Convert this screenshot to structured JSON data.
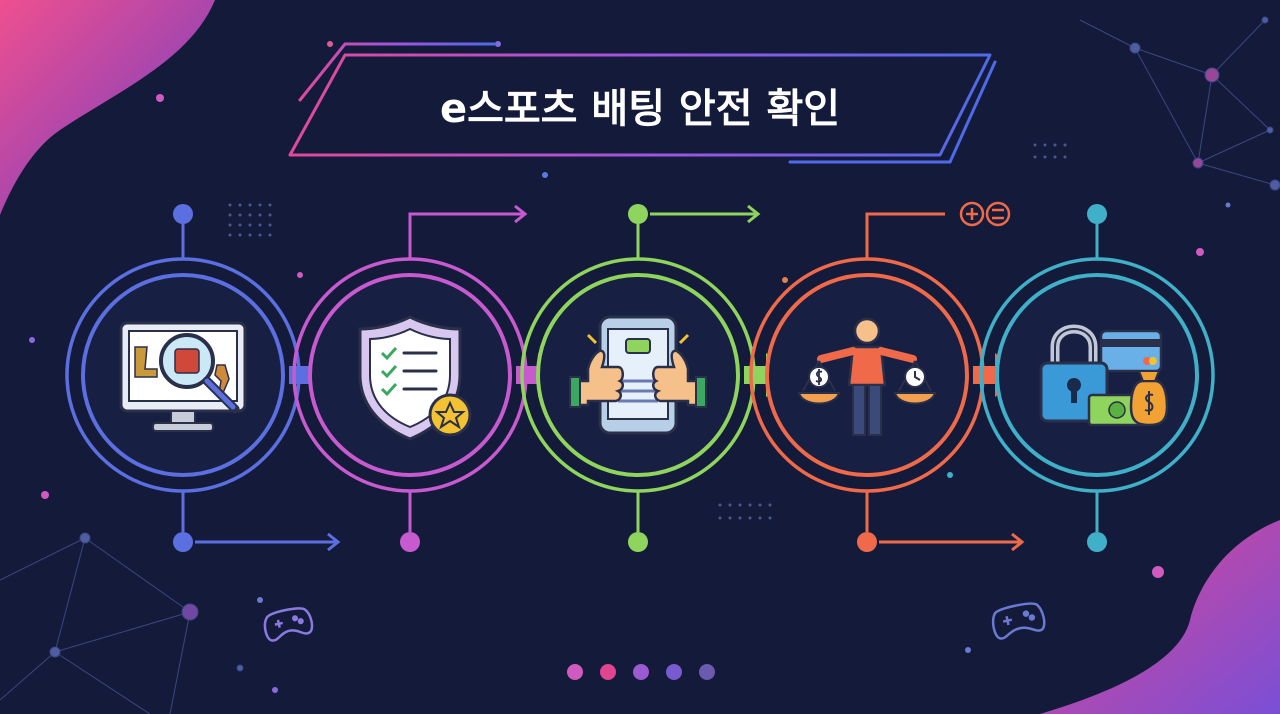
{
  "title": "e스포츠 배팅 안전 확인",
  "steps": [
    {
      "id": "platform-check",
      "icon": "monitor-magnifier-icon",
      "color": "#5b6fe0",
      "lower_arrow": true
    },
    {
      "id": "license-verification",
      "icon": "shield-checklist-icon",
      "color": "#c85ad0",
      "lower_arrow": false
    },
    {
      "id": "user-reviews",
      "icon": "phone-thumbs-up-icon",
      "color": "#8fd45c",
      "lower_arrow": false
    },
    {
      "id": "fair-odds",
      "icon": "person-scales-icon",
      "color": "#f06a4a",
      "lower_arrow": true
    },
    {
      "id": "secure-payment",
      "icon": "lock-card-money-icon",
      "color": "#3fb0c8",
      "lower_arrow": false
    }
  ],
  "pagination": {
    "count": 5,
    "active": 1
  },
  "colors": {
    "background": "#141b3a",
    "accent_pink": "#e0458f",
    "accent_purple": "#7a4fd6"
  },
  "decor_icons": [
    "gamepad-icon",
    "plus-equals-icon",
    "network-icon"
  ]
}
